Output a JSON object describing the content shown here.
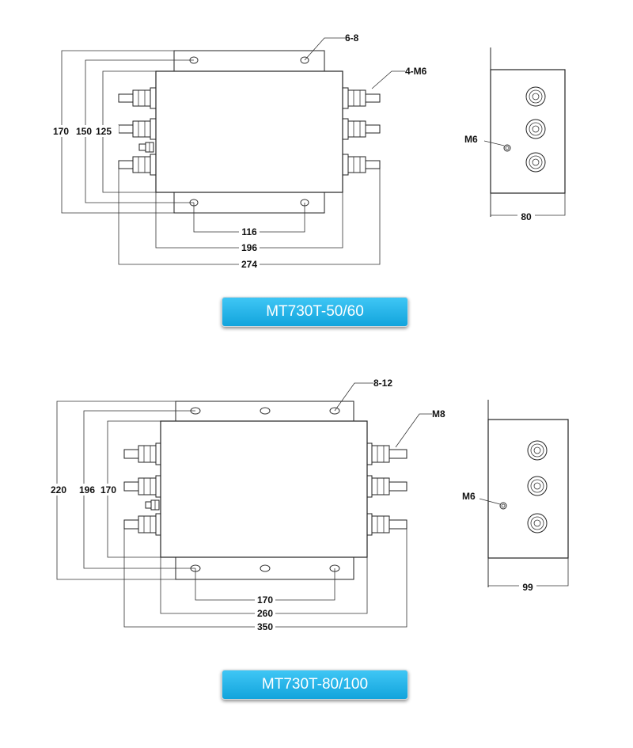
{
  "diagram1": {
    "model": "MT730T-50/60",
    "callouts": {
      "holes": "6-8",
      "terminals": "4-M6",
      "ground": "M6"
    },
    "dims": {
      "h_outer": "170",
      "h_mid": "150",
      "h_inner": "125",
      "w_holes": "116",
      "w_body": "196",
      "w_total": "274",
      "depth": "80"
    }
  },
  "diagram2": {
    "model": "MT730T-80/100",
    "callouts": {
      "holes": "8-12",
      "terminals": "M8",
      "ground": "M6"
    },
    "dims": {
      "h_outer": "220",
      "h_mid": "196",
      "h_inner": "170",
      "w_holes": "170",
      "w_body": "260",
      "w_total": "350",
      "depth": "99"
    }
  },
  "colors": {
    "button": "#1aaee6",
    "button_text": "#ffffff",
    "line": "#222222"
  }
}
